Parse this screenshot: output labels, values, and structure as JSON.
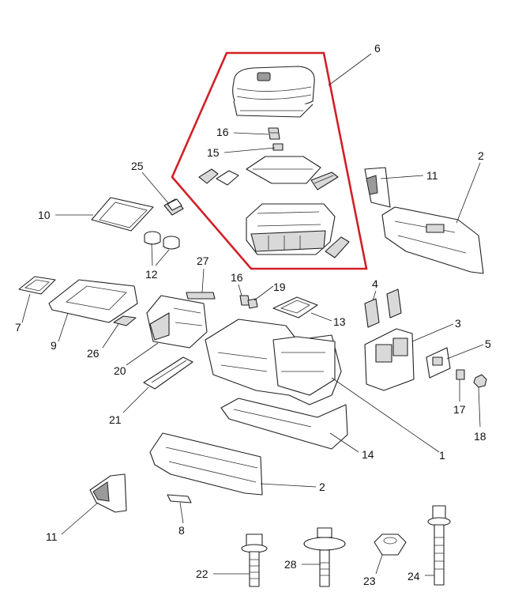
{
  "highlight_color": "#d21f26",
  "callouts": {
    "c1": "1",
    "c2a": "2",
    "c2b": "2",
    "c3": "3",
    "c4": "4",
    "c5": "5",
    "c6": "6",
    "c7": "7",
    "c8": "8",
    "c9": "9",
    "c10": "10",
    "c11a": "11",
    "c11b": "11",
    "c12": "12",
    "c13": "13",
    "c14": "14",
    "c15": "15",
    "c16a": "16",
    "c16b": "16",
    "c17": "17",
    "c18": "18",
    "c19": "19",
    "c20": "20",
    "c21": "21",
    "c22": "22",
    "c23": "23",
    "c24": "24",
    "c25": "25",
    "c26": "26",
    "c27": "27",
    "c28": "28"
  }
}
